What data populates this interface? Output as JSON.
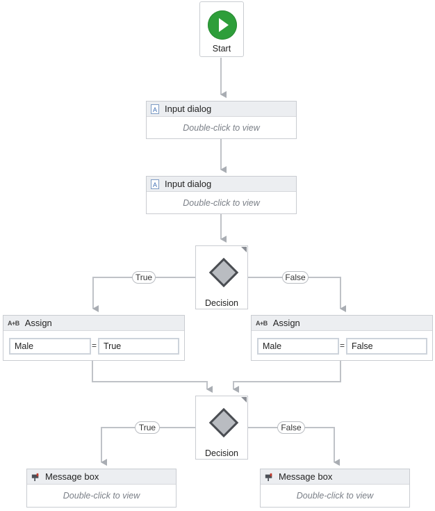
{
  "start": {
    "label": "Start",
    "icon": "play-icon",
    "color": "#2e9e3a"
  },
  "input_dialogs": [
    {
      "title": "Input dialog",
      "hint": "Double-click to view",
      "icon": "input-dialog-icon"
    },
    {
      "title": "Input dialog",
      "hint": "Double-click to view",
      "icon": "input-dialog-icon"
    }
  ],
  "decisions": [
    {
      "label": "Decision",
      "true_label": "True",
      "false_label": "False",
      "icon": "decision-diamond-icon"
    },
    {
      "label": "Decision",
      "true_label": "True",
      "false_label": "False",
      "icon": "decision-diamond-icon"
    }
  ],
  "assigns": [
    {
      "title": "Assign",
      "icon_text": "A+B",
      "target": "Male",
      "equals": "=",
      "value": "True"
    },
    {
      "title": "Assign",
      "icon_text": "A+B",
      "target": "Male",
      "equals": "=",
      "value": "False"
    }
  ],
  "message_boxes": [
    {
      "title": "Message box",
      "hint": "Double-click to view",
      "icon": "message-box-icon"
    },
    {
      "title": "Message box",
      "hint": "Double-click to view",
      "icon": "message-box-icon"
    }
  ]
}
